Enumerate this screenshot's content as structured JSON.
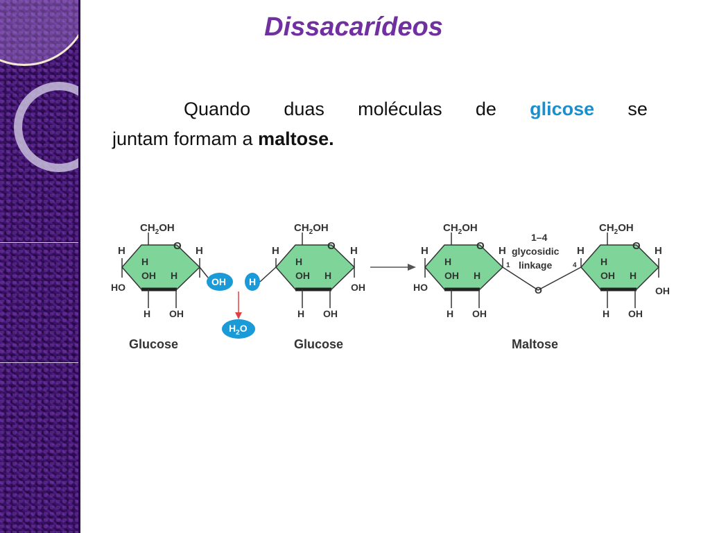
{
  "slide": {
    "title": "Dissacarídeos",
    "paragraph": {
      "words": [
        "Quando",
        "duas",
        "moléculas",
        "de"
      ],
      "highlight": "glicose",
      "after_highlight": "se",
      "line2_prefix": "juntam formam a ",
      "line2_bold": "maltose."
    }
  },
  "diagram": {
    "atoms": {
      "ch2oh_ch": "CH",
      "ch2oh_sub": "2",
      "ch2oh_oh": "OH",
      "h": "H",
      "o": "O",
      "oh": "OH",
      "ho": "HO"
    },
    "water": {
      "h": "H",
      "sub": "2",
      "o": "O"
    },
    "leaving_oh": "OH",
    "leaving_h": "H",
    "linkage": {
      "line1": "1–4",
      "line2": "glycosidic",
      "line3": "linkage",
      "pos1": "1",
      "pos4": "4"
    },
    "labels": {
      "glucose1": "Glucose",
      "glucose2": "Glucose",
      "maltose": "Maltose"
    },
    "colors": {
      "ring": "#7fd49a",
      "ring_dark": "#222222",
      "bubble": "#1a9ad6",
      "arrow_red": "#e04040"
    }
  }
}
